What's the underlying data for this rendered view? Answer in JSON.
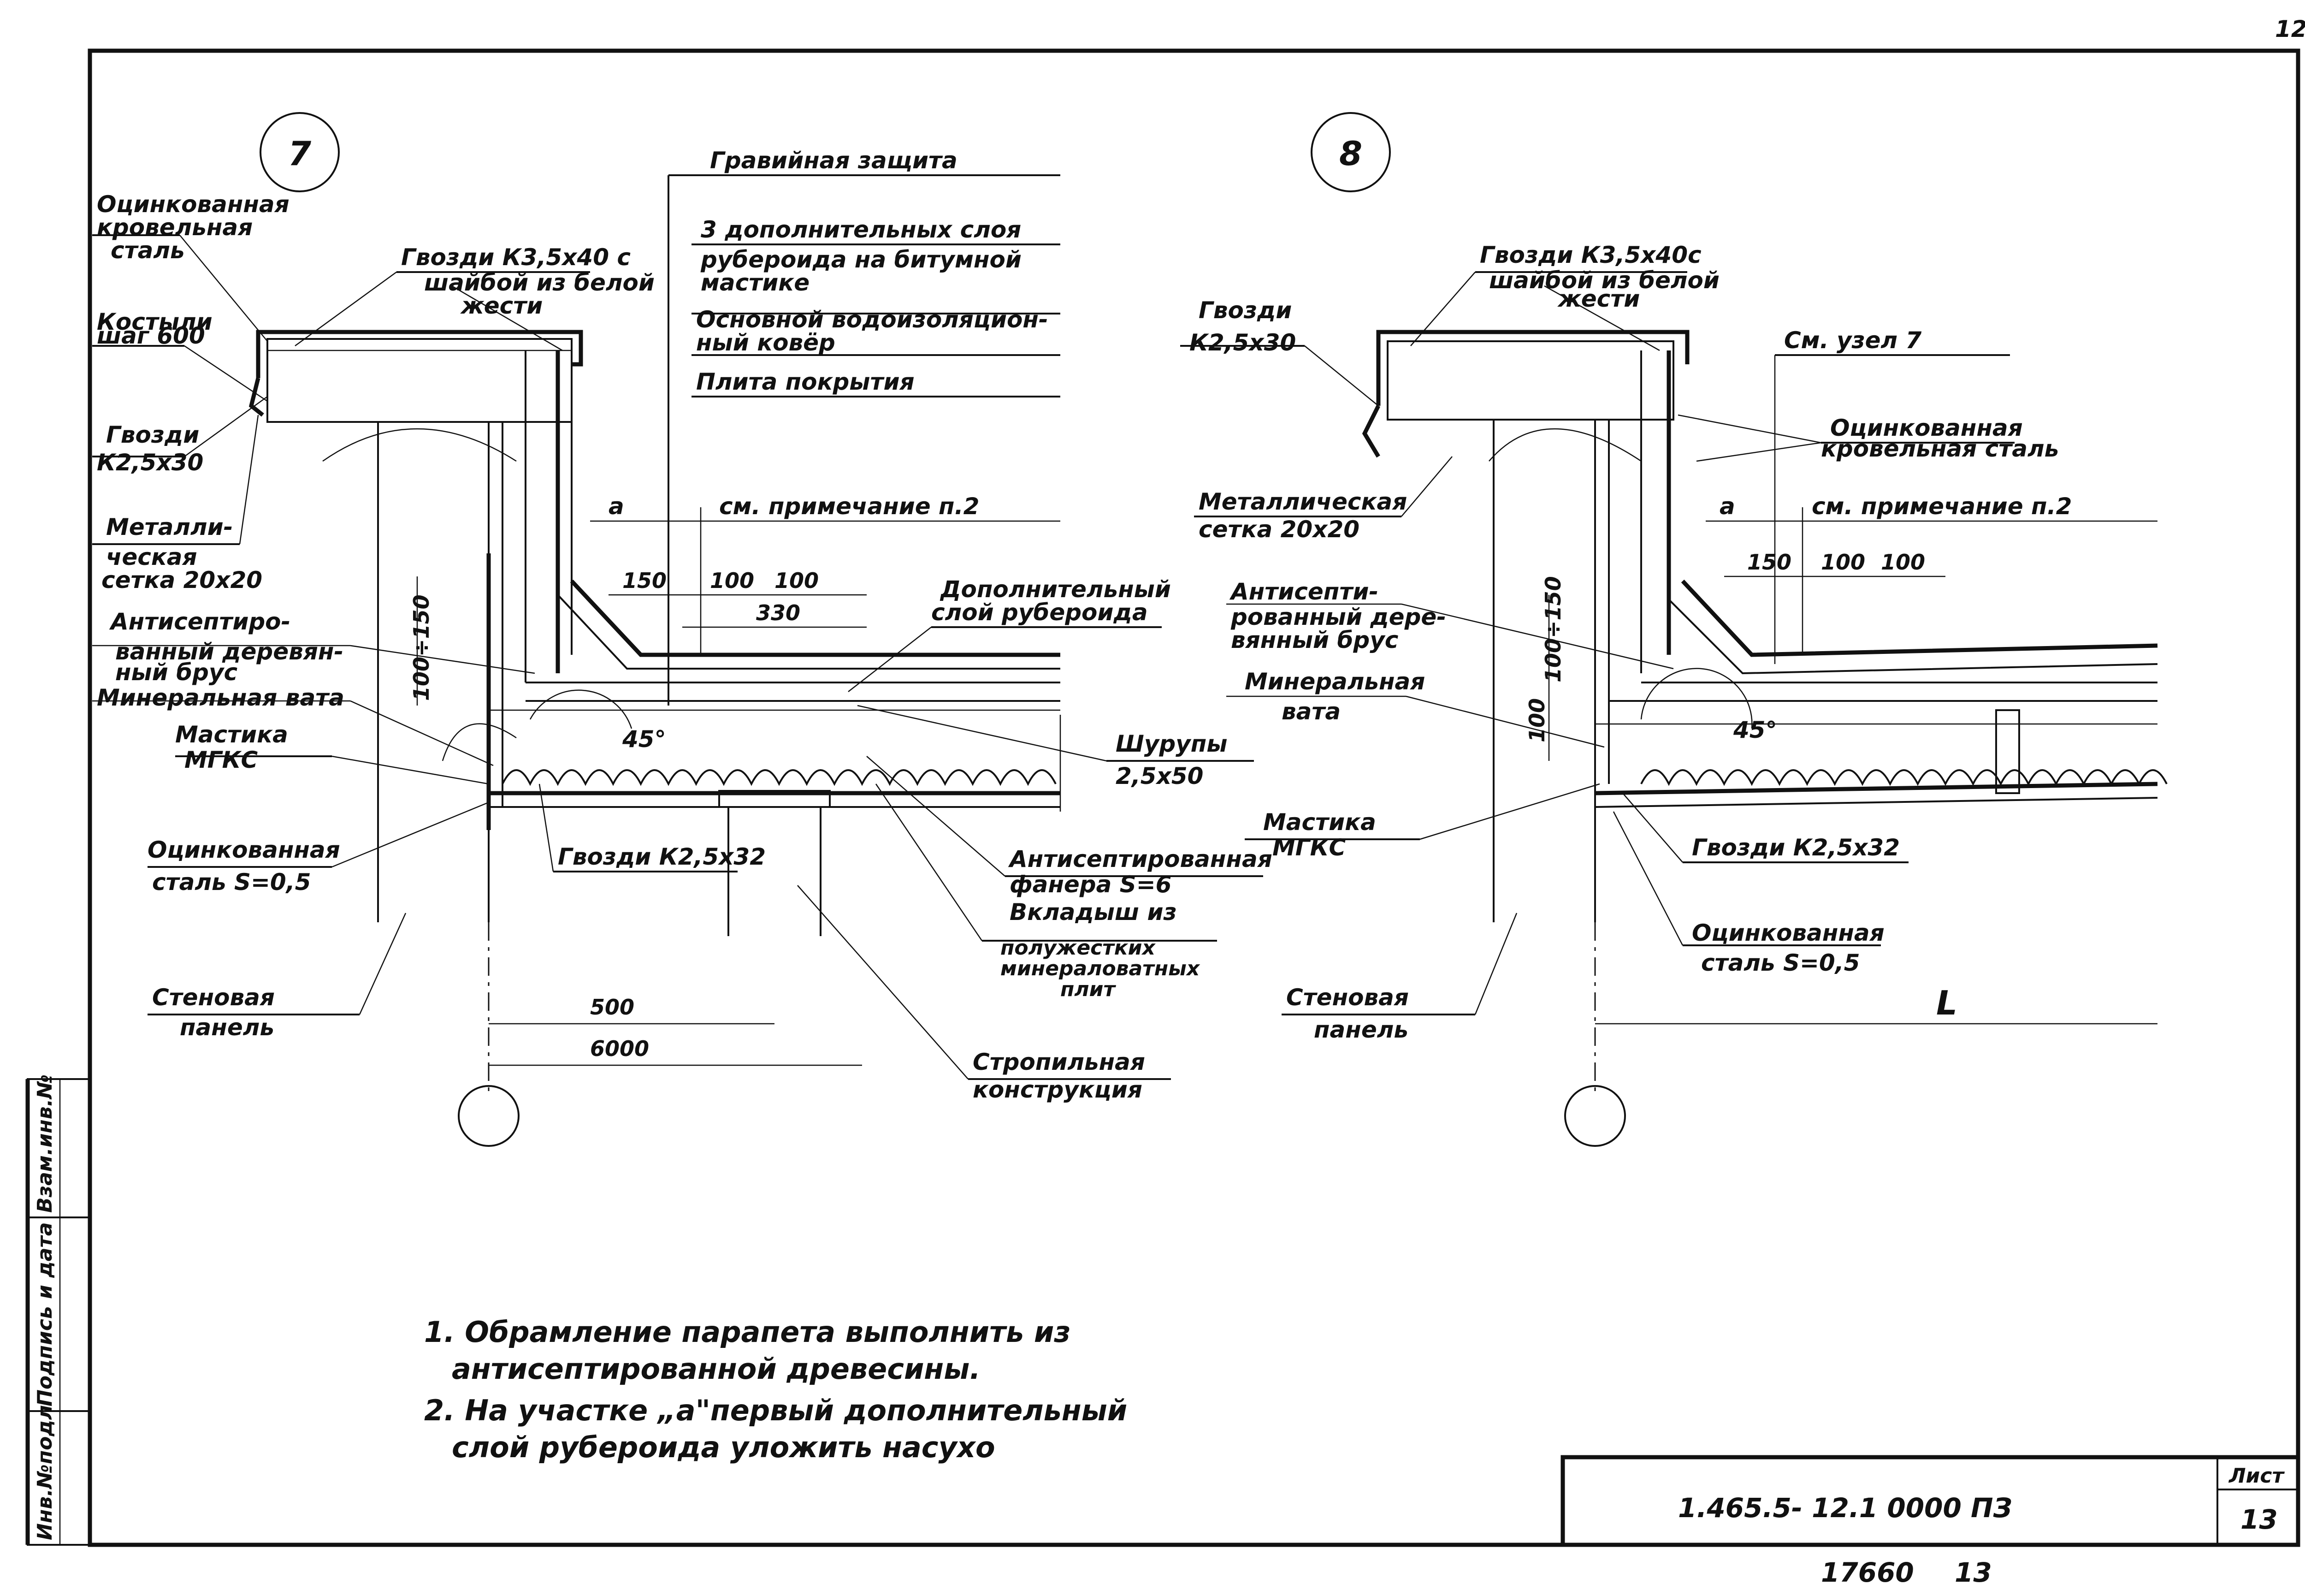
{
  "sheet": {
    "page_number": "12",
    "title_block_code": "1.465.5- 12.1   0000 ПЗ",
    "list_header": "Лист",
    "list_number": "13",
    "inventory_number": "17660",
    "copy_number": "13",
    "side_stamp": [
      "Инв.№подл",
      "Подпись и дата",
      "Взам.инв.№"
    ]
  },
  "detail7": {
    "marker": "7",
    "layers": [
      "Гравийная защита",
      "3 дополнительных слоя",
      "рубероида на битумной",
      "мастике",
      "Основной водоизоляцион-",
      "ный ковёр",
      "Плита покрытия"
    ],
    "labels": {
      "galv_roof_steel": [
        "Оцинкованная",
        "кровельная",
        "сталь"
      ],
      "nails_top": [
        "Гвозди К3,5х40 с",
        "шайбой из белой",
        "жести"
      ],
      "crutches": [
        "Костыли",
        "шаг 600"
      ],
      "nails_side": [
        "Гвозди",
        "К2,5х30"
      ],
      "metal_mesh": [
        "Металли-",
        "ческая",
        "сетка 20х20"
      ],
      "antiseptic_beam": [
        "Антисептиро-",
        "ванный деревян-",
        "ный брус"
      ],
      "mineral_wool": "Минеральная вата",
      "mastic": [
        "Мастика",
        "МГКС"
      ],
      "galv_steel": [
        "Оцинкованная",
        "сталь S=0,5"
      ],
      "nails_bottom": "Гвозди К2,5х32",
      "wall_panel": [
        "Стеновая",
        "панель"
      ],
      "extra_layer": [
        "Дополнительный",
        "слой рубероида"
      ],
      "screws": [
        "Шурупы",
        "2,5х50"
      ],
      "plywood": [
        "Антисептированная",
        "фанера S=6"
      ],
      "insert": [
        "Вкладыш из",
        "полужестких",
        "минераловатных",
        "плит"
      ],
      "rafter": [
        "Стропильная",
        "конструкция"
      ],
      "note_ref": "см. примечание п.2",
      "a_mark": "а",
      "angle": "45°"
    },
    "dims": [
      "150",
      "100",
      "100",
      "330",
      "100÷150",
      "500",
      "6000"
    ]
  },
  "detail8": {
    "marker": "8",
    "labels": {
      "nails_top": [
        "Гвозди К3,5х40с",
        "шайбой из белой",
        "жести"
      ],
      "nails_side": [
        "Гвозди",
        "К2,5х30"
      ],
      "see_node": "См. узел 7",
      "galv_roof_steel": [
        "Оцинкованная",
        "кровельная сталь"
      ],
      "metal_mesh": [
        "Металлическая",
        "сетка 20х20"
      ],
      "note_ref": "см. примечание п.2",
      "antiseptic_beam": [
        "Антисепти-",
        "рованный дере-",
        "вянный брус"
      ],
      "mineral_wool": [
        "Минеральная",
        "вата"
      ],
      "mastic": [
        "Мастика",
        "МГКС"
      ],
      "nails_bottom": "Гвозди К2,5х32",
      "galv_steel": [
        "Оцинкованная",
        "сталь S=0,5"
      ],
      "wall_panel": [
        "Стеновая",
        "панель"
      ],
      "a_mark": "а",
      "angle": "45°",
      "l_mark": "L"
    },
    "dims": [
      "150",
      "100",
      "100",
      "100÷150",
      "100"
    ]
  },
  "notes": [
    "1. Обрамление парапета выполнить из",
    "антисептированной древесины.",
    "2. На участке „а\"первый дополнительный",
    "слой рубероида уложить насухо"
  ]
}
